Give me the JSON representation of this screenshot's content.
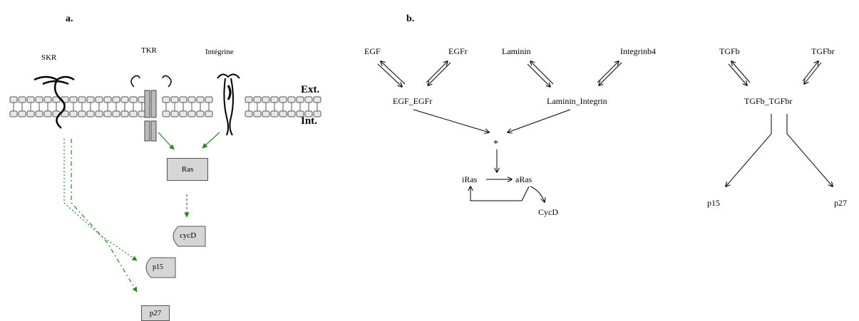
{
  "panel_a": {
    "label": "a.",
    "receptors": {
      "skr": "SKR",
      "tkr": "TKR",
      "integrine": "Intégrine"
    },
    "membrane": {
      "ext_label": "Ext.",
      "int_label": "Int."
    },
    "nodes": {
      "ras": "Ras",
      "cycd": "cycD",
      "p15": "p15",
      "p27": "p27"
    },
    "colors": {
      "arrow": "#1f8a1f",
      "box_fill": "#d6d6d6",
      "membrane": "#555555"
    }
  },
  "panel_b": {
    "label": "b.",
    "species": {
      "egf": "EGF",
      "egfr": "EGFr",
      "laminin": "Laminin",
      "integrinb4": "Integrinb4",
      "tgfb": "TGFb",
      "tgfbr": "TGFbr",
      "egf_egfr": "EGF_EGFr",
      "laminin_integrin": "Laminin_Integrin",
      "tgfb_tgfbr": "TGFb_TGFbr",
      "star": "*",
      "iras": "iRas",
      "aras": "aRas",
      "cycd": "CycD",
      "p15": "p15",
      "p27": "p27"
    }
  }
}
